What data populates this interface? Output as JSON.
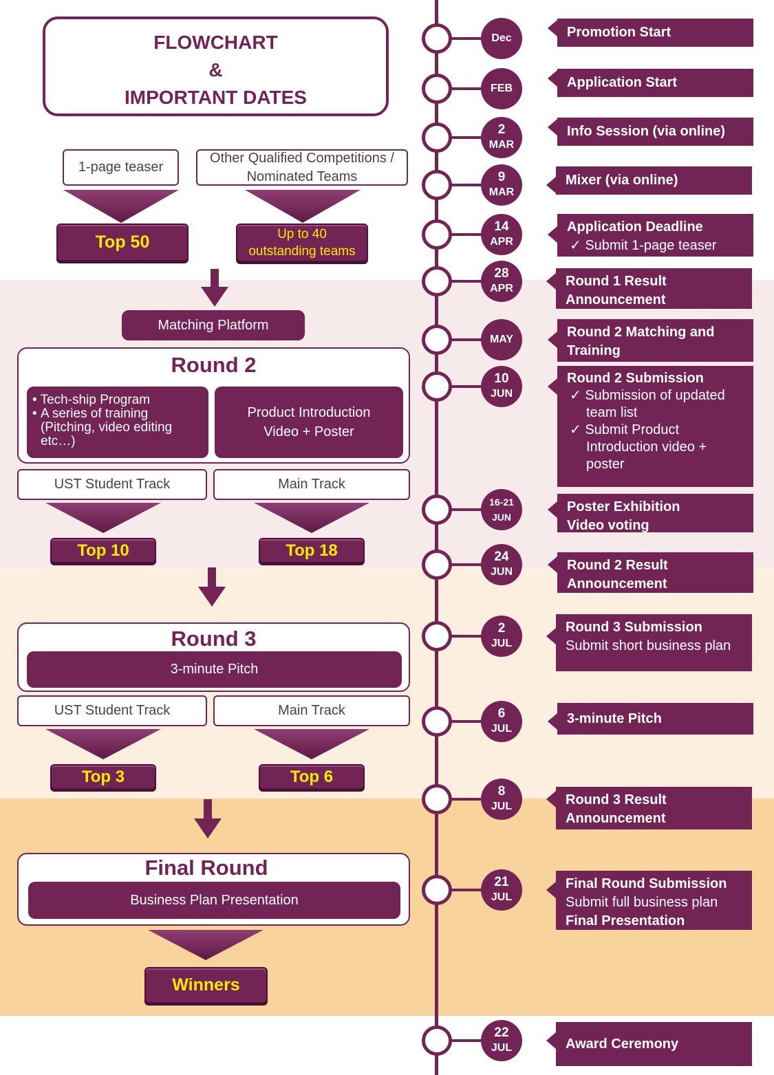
{
  "title": {
    "line1": "FLOWCHART",
    "line2": "&",
    "line3": "IMPORTANT DATES"
  },
  "entry": {
    "teaser": "1-page teaser",
    "other_line1": "Other Qualified Competitions /",
    "other_line2": "Nominated Teams",
    "top50": "Top 50",
    "upto_line1": "Up to 40",
    "upto_line2": "outstanding teams"
  },
  "round2": {
    "matching": "Matching Platform",
    "title": "Round 2",
    "bullets": [
      "Tech-ship Program",
      "A series of training (Pitching, video editing etc…)"
    ],
    "product_line1": "Product Introduction",
    "product_line2": "Video + Poster",
    "track_student": "UST Student Track",
    "track_main": "Main Track",
    "top_student": "Top 10",
    "top_main": "Top 18"
  },
  "round3": {
    "title": "Round 3",
    "pitch": "3-minute Pitch",
    "track_student": "UST Student Track",
    "track_main": "Main Track",
    "top_student": "Top 3",
    "top_main": "Top 6"
  },
  "final": {
    "title": "Final Round",
    "presentation": "Business Plan Presentation",
    "winners": "Winners"
  },
  "timeline": [
    {
      "day": "",
      "month": "Dec",
      "lines": [
        {
          "t": "Promotion Start",
          "b": true
        }
      ]
    },
    {
      "day": "",
      "month": "FEB",
      "lines": [
        {
          "t": "Application Start",
          "b": true
        }
      ]
    },
    {
      "day": "2",
      "month": "MAR",
      "lines": [
        {
          "t": "Info Session (via online)",
          "b": true
        }
      ]
    },
    {
      "day": "9",
      "month": "MAR",
      "lines": [
        {
          "t": "Mixer (via online)",
          "b": true
        }
      ]
    },
    {
      "day": "14",
      "month": "APR",
      "lines": [
        {
          "t": "Application Deadline",
          "b": true
        },
        {
          "t": "Submit 1-page teaser",
          "b": false,
          "check": true
        }
      ]
    },
    {
      "day": "28",
      "month": "APR",
      "lines": [
        {
          "t": "Round 1 Result",
          "b": true
        },
        {
          "t": "Announcement",
          "b": true
        }
      ]
    },
    {
      "day": "",
      "month": "MAY",
      "lines": [
        {
          "t": "Round 2 Matching and",
          "b": true
        },
        {
          "t": "Training",
          "b": true
        }
      ]
    },
    {
      "day": "10",
      "month": "JUN",
      "lines": [
        {
          "t": "Round 2 Submission",
          "b": true
        },
        {
          "t": "Submission of updated",
          "b": false,
          "check": true
        },
        {
          "t": "team list",
          "b": false,
          "indent": true
        },
        {
          "t": "Submit Product",
          "b": false,
          "check": true
        },
        {
          "t": "Introduction video +",
          "b": false,
          "indent": true
        },
        {
          "t": "poster",
          "b": false,
          "indent": true
        }
      ]
    },
    {
      "day": "16-21",
      "month": "JUN",
      "lines": [
        {
          "t": "Poster Exhibition",
          "b": true
        },
        {
          "t": "Video voting",
          "b": true
        }
      ]
    },
    {
      "day": "24",
      "month": "JUN",
      "lines": [
        {
          "t": "Round 2 Result",
          "b": true
        },
        {
          "t": "Announcement",
          "b": true
        }
      ]
    },
    {
      "day": "2",
      "month": "JUL",
      "lines": [
        {
          "t": "Round 3 Submission",
          "b": true
        },
        {
          "t": "Submit short business plan",
          "b": false
        }
      ]
    },
    {
      "day": "6",
      "month": "JUL",
      "lines": [
        {
          "t": "3-minute Pitch",
          "b": true
        }
      ]
    },
    {
      "day": "8",
      "month": "JUL",
      "lines": [
        {
          "t": "Round 3 Result",
          "b": true
        },
        {
          "t": "Announcement",
          "b": true
        }
      ]
    },
    {
      "day": "21",
      "month": "JUL",
      "lines": [
        {
          "t": "Final Round Submission",
          "b": true
        },
        {
          "t": "Submit full business plan",
          "b": false
        },
        {
          "t": "Final Presentation",
          "b": true
        }
      ]
    },
    {
      "day": "22",
      "month": "JUL",
      "lines": [
        {
          "t": "Award Ceremony",
          "b": true
        }
      ]
    }
  ],
  "colors": {
    "primary": "#722455",
    "highlight": "#ffea00",
    "band_round2": "#f7eaeb",
    "band_round3": "#fcefe0",
    "band_final": "#f8d49c"
  }
}
